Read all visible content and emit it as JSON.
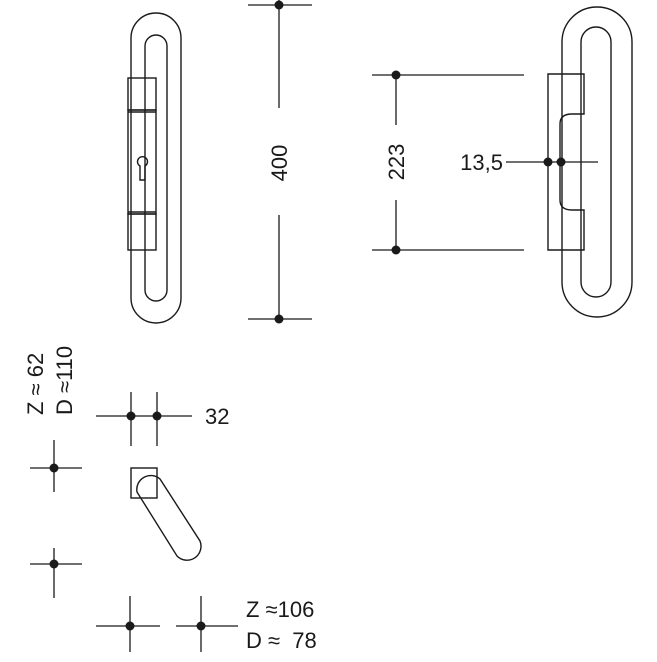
{
  "labels": {
    "height": "400",
    "spacing": "223",
    "thickness": "13,5",
    "gap": "32",
    "z_left": "Z ≈  62",
    "d_left": "D ≈110",
    "z_bottom": "Z ≈106",
    "d_bottom": "D ≈  78"
  },
  "colors": {
    "line": "#1a1a1a",
    "background": "#ffffff"
  }
}
